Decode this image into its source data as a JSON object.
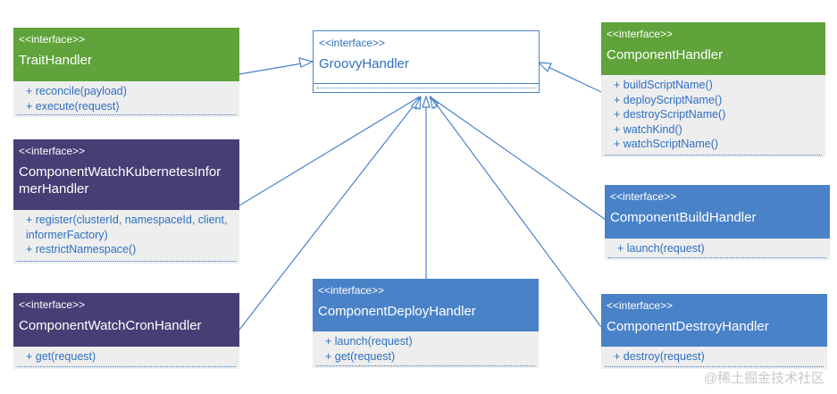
{
  "diagram": {
    "line_color": "#4a82c8",
    "stereotype": "<<interface>>",
    "boxes": {
      "groovy_handler": {
        "name": "GroovyHandler",
        "operations": []
      },
      "trait_handler": {
        "name": "TraitHandler",
        "color": "#5fa33a",
        "operations": [
          "+ reconcile(payload)",
          "+ execute(request)"
        ]
      },
      "component_handler": {
        "name": "ComponentHandler",
        "color": "#5fa33a",
        "operations": [
          "+ buildScriptName()",
          "+ deployScriptName()",
          "+ destroyScriptName()",
          "+ watchKind()",
          "+ watchScriptName()"
        ]
      },
      "component_watch_kubernetes_informer_handler": {
        "name_line1": "ComponentWatchKubernetesInfor",
        "name_line2": "merHandler",
        "color": "#453f75",
        "operations": [
          "+ register(clusterId, namespaceId, client,",
          "informerFactory)",
          "+ restrictNamespace()"
        ]
      },
      "component_build_handler": {
        "name": "ComponentBuildHandler",
        "color": "#4a82c8",
        "operations": [
          "+ launch(request)"
        ]
      },
      "component_watch_cron_handler": {
        "name": "ComponentWatchCronHandler",
        "color": "#453f75",
        "operations": [
          "+ get(request)"
        ]
      },
      "component_deploy_handler": {
        "name": "ComponentDeployHandler",
        "color": "#4a82c8",
        "operations": [
          "+ launch(request)",
          "+ get(request)"
        ]
      },
      "component_destroy_handler": {
        "name": "ComponentDestroyHandler",
        "color": "#4a82c8",
        "operations": [
          "+ destroy(request)"
        ]
      }
    },
    "watermark": "@稀土掘金技术社区"
  }
}
